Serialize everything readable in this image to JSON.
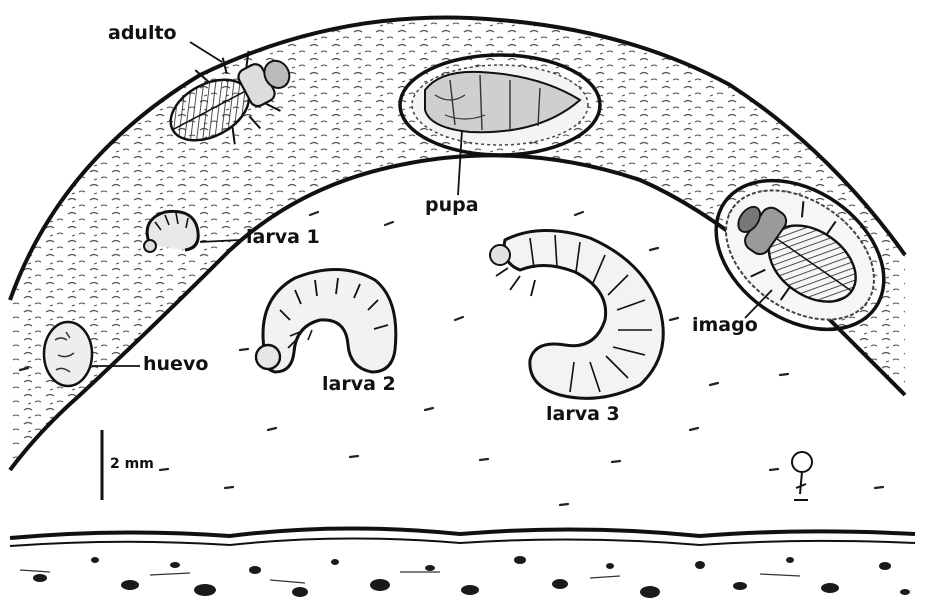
{
  "labels": {
    "adulto": "adulto",
    "pupa": "pupa",
    "larva1": "larva 1",
    "larva2": "larva 2",
    "larva3": "larva 3",
    "huevo": "huevo",
    "imago": "imago",
    "scale": "2 mm"
  },
  "colors": {
    "ink": "#111111",
    "paper": "#ffffff",
    "shade": "#6d6d6d",
    "soil_dot": "#1a1a1a"
  }
}
